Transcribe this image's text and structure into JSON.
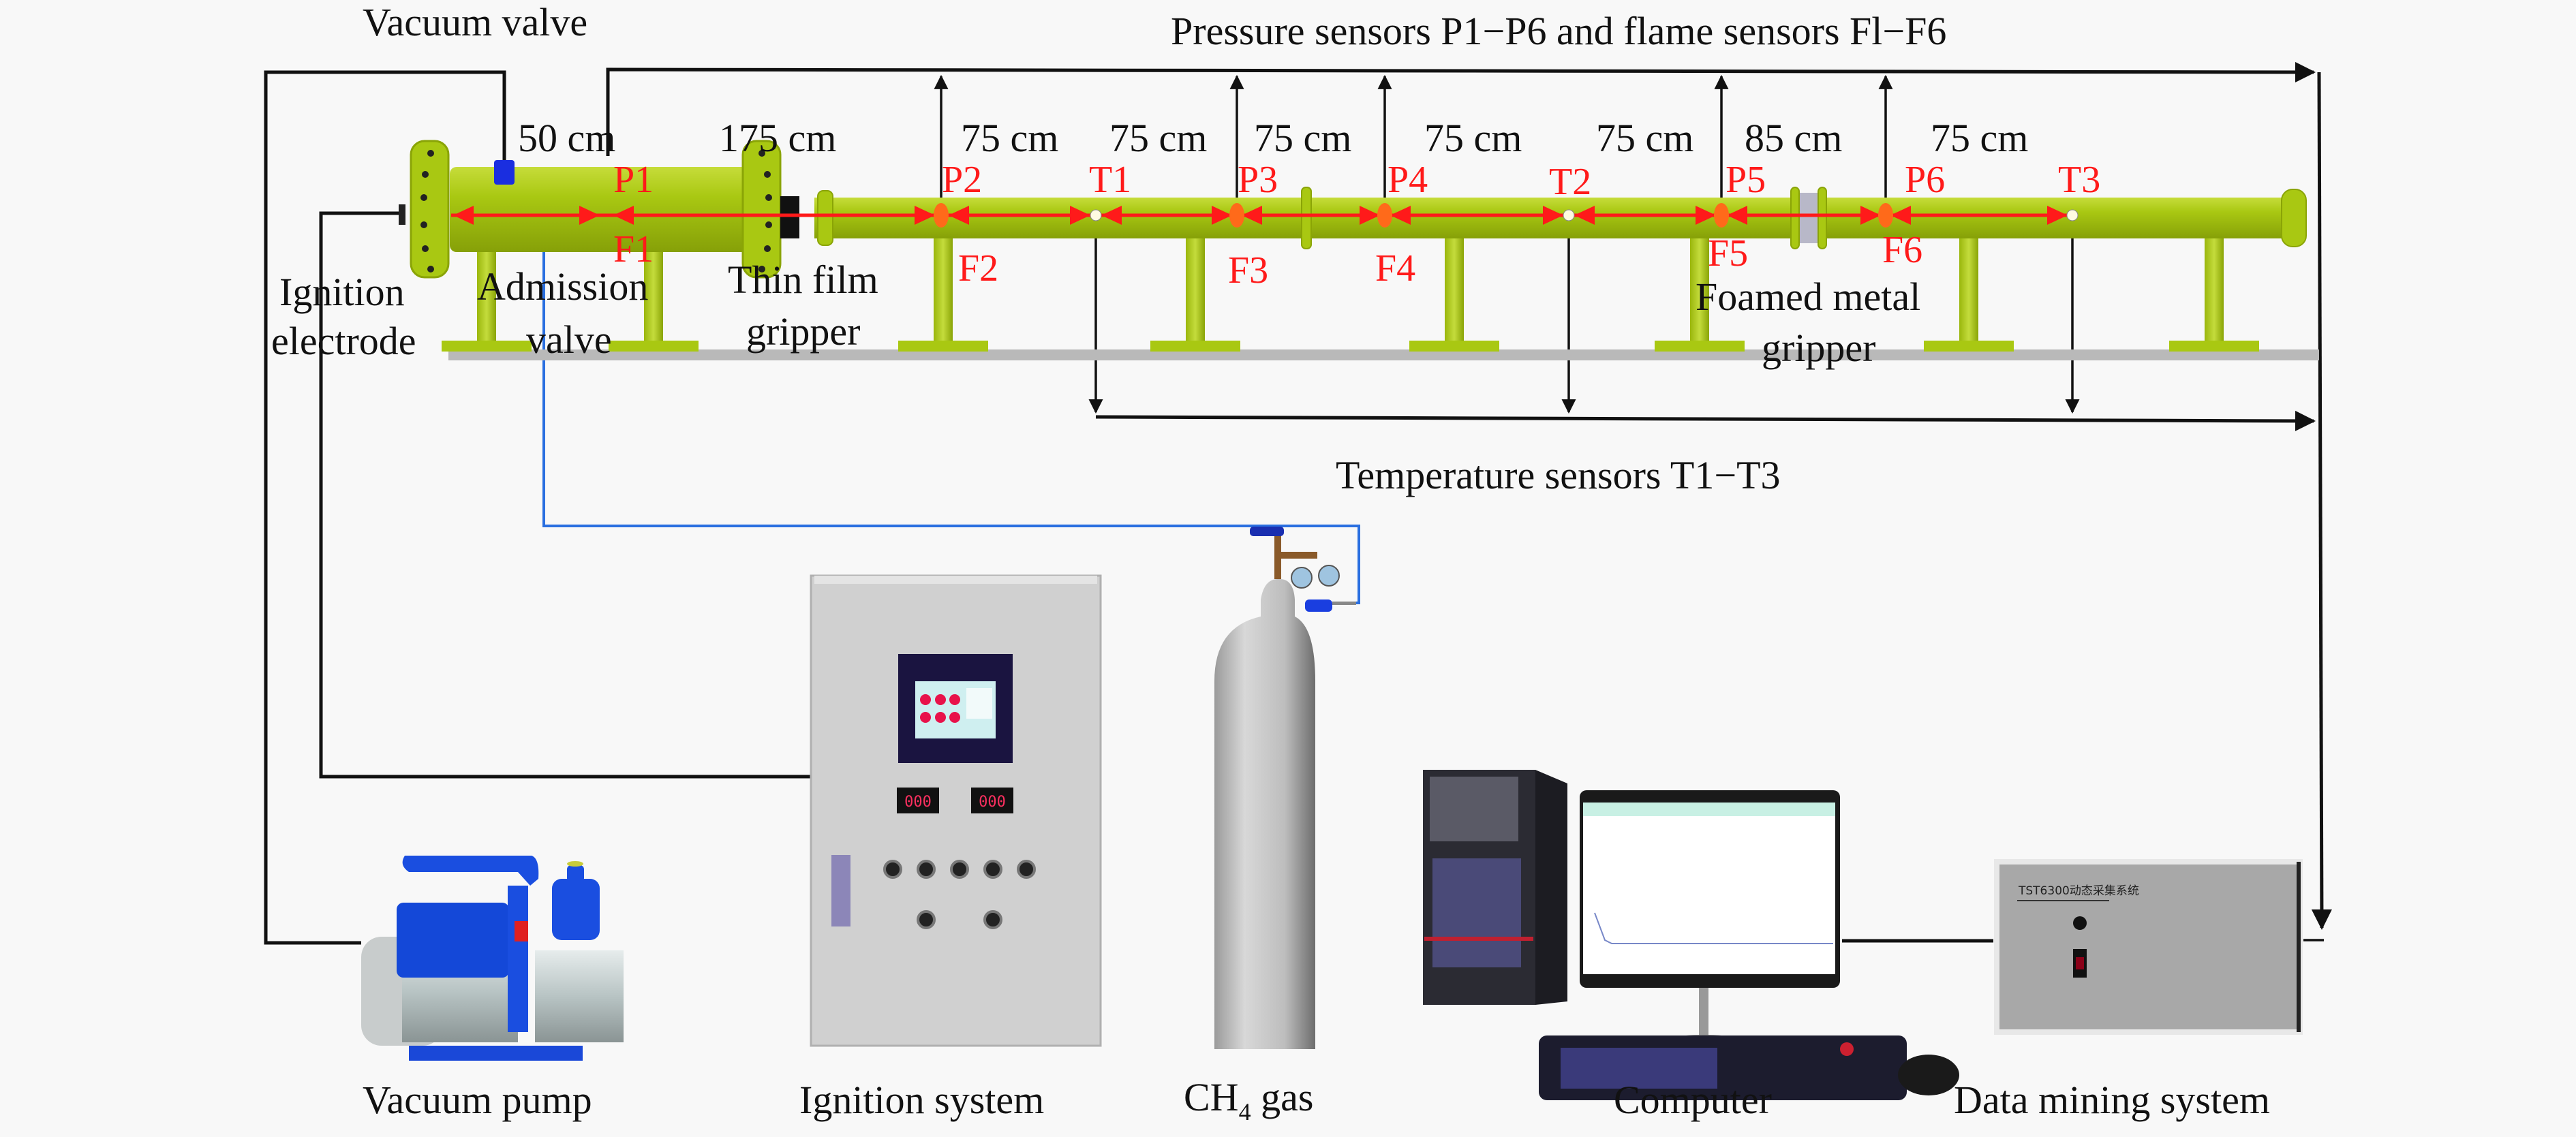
{
  "figure": {
    "title_pressure": "Pressure sensors P1−P6 and flame sensors Fl−F6",
    "title_temperature": "Temperature sensors T1−T3"
  },
  "callouts": {
    "vacuum_valve": "Vacuum valve",
    "ignition_electrode": [
      "Ignition",
      "electrode"
    ],
    "admission_valve": [
      "Admission",
      "valve"
    ],
    "thin_film_gripper": [
      "Thin film",
      "gripper"
    ],
    "foamed_metal_gripper": [
      "Foamed metal",
      "gripper"
    ]
  },
  "distances": [
    "50 cm",
    "175 cm",
    "75 cm",
    "75 cm",
    "75 cm",
    "75 cm",
    "75 cm",
    "85 cm",
    "75 cm"
  ],
  "pressure_sensors": [
    "P1",
    "P2",
    "P3",
    "P4",
    "P5",
    "P6"
  ],
  "flame_sensors": [
    "F1",
    "F2",
    "F3",
    "F4",
    "F5",
    "F6"
  ],
  "temperature_sensors": [
    "T1",
    "T2",
    "T3"
  ],
  "equipment": {
    "vacuum_pump": "Vacuum pump",
    "ignition_system": "Ignition system",
    "gas_main": "CH",
    "gas_sub": "4",
    "gas_suffix": " gas",
    "computer": "Computer",
    "data_mining_system": "Data mining system"
  },
  "ignition_panel": {
    "display_left": "000",
    "display_right": "000"
  },
  "data_box": {
    "nameplate": "TST6300动态采集系统"
  },
  "colors": {
    "pipe": "#a8c80e",
    "pipe_dark": "#7f9a06",
    "sensor_arrow": "#ff1a1a",
    "sensor_dot": "#ff6a1a",
    "gas_line": "#2a6fe0",
    "background": "#f8f8f8"
  }
}
